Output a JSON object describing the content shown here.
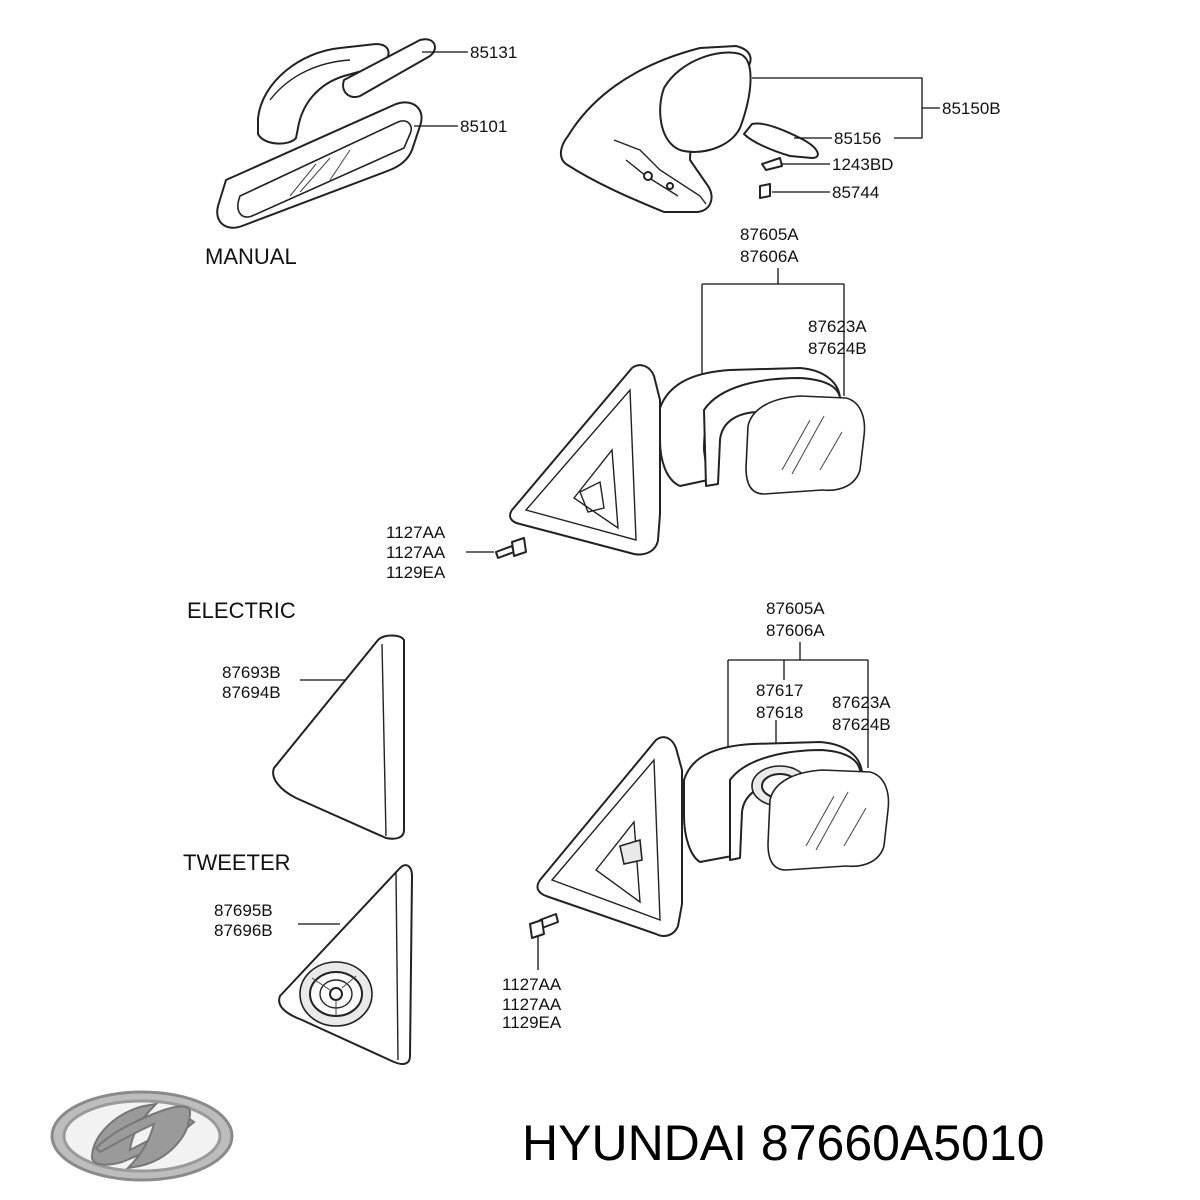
{
  "sections": {
    "manual": "MANUAL",
    "electric": "ELECTRIC",
    "tweeter": "TWEETER"
  },
  "labels": {
    "l85131": "85131",
    "l85101": "85101",
    "l85150b": "85150B",
    "l85156": "85156",
    "l1243bd": "1243BD",
    "l85744": "85744",
    "m_87605a": "87605A",
    "m_87606a": "87606A",
    "m_87623a": "87623A",
    "m_87624b": "87624B",
    "m_1127aa_1": "1127AA",
    "m_1127aa_2": "1127AA",
    "m_1129ea": "1129EA",
    "e_87605a": "87605A",
    "e_87606a": "87606A",
    "e_87617": "87617",
    "e_87618": "87618",
    "e_87623a": "87623A",
    "e_87624b": "87624B",
    "e_1127aa_1": "1127AA",
    "e_1127aa_2": "1127AA",
    "e_1129ea": "1129EA",
    "c_87693b": "87693B",
    "c_87694b": "87694B",
    "t_87695b": "87695B",
    "t_87696b": "87696B"
  },
  "footer": {
    "brand_text": "HYUNDAI 87660A5010",
    "logo_icon": "hyundai-logo-icon"
  },
  "colors": {
    "line": "#222222",
    "text": "#111111",
    "logo_silver": "#9a9a9a"
  }
}
